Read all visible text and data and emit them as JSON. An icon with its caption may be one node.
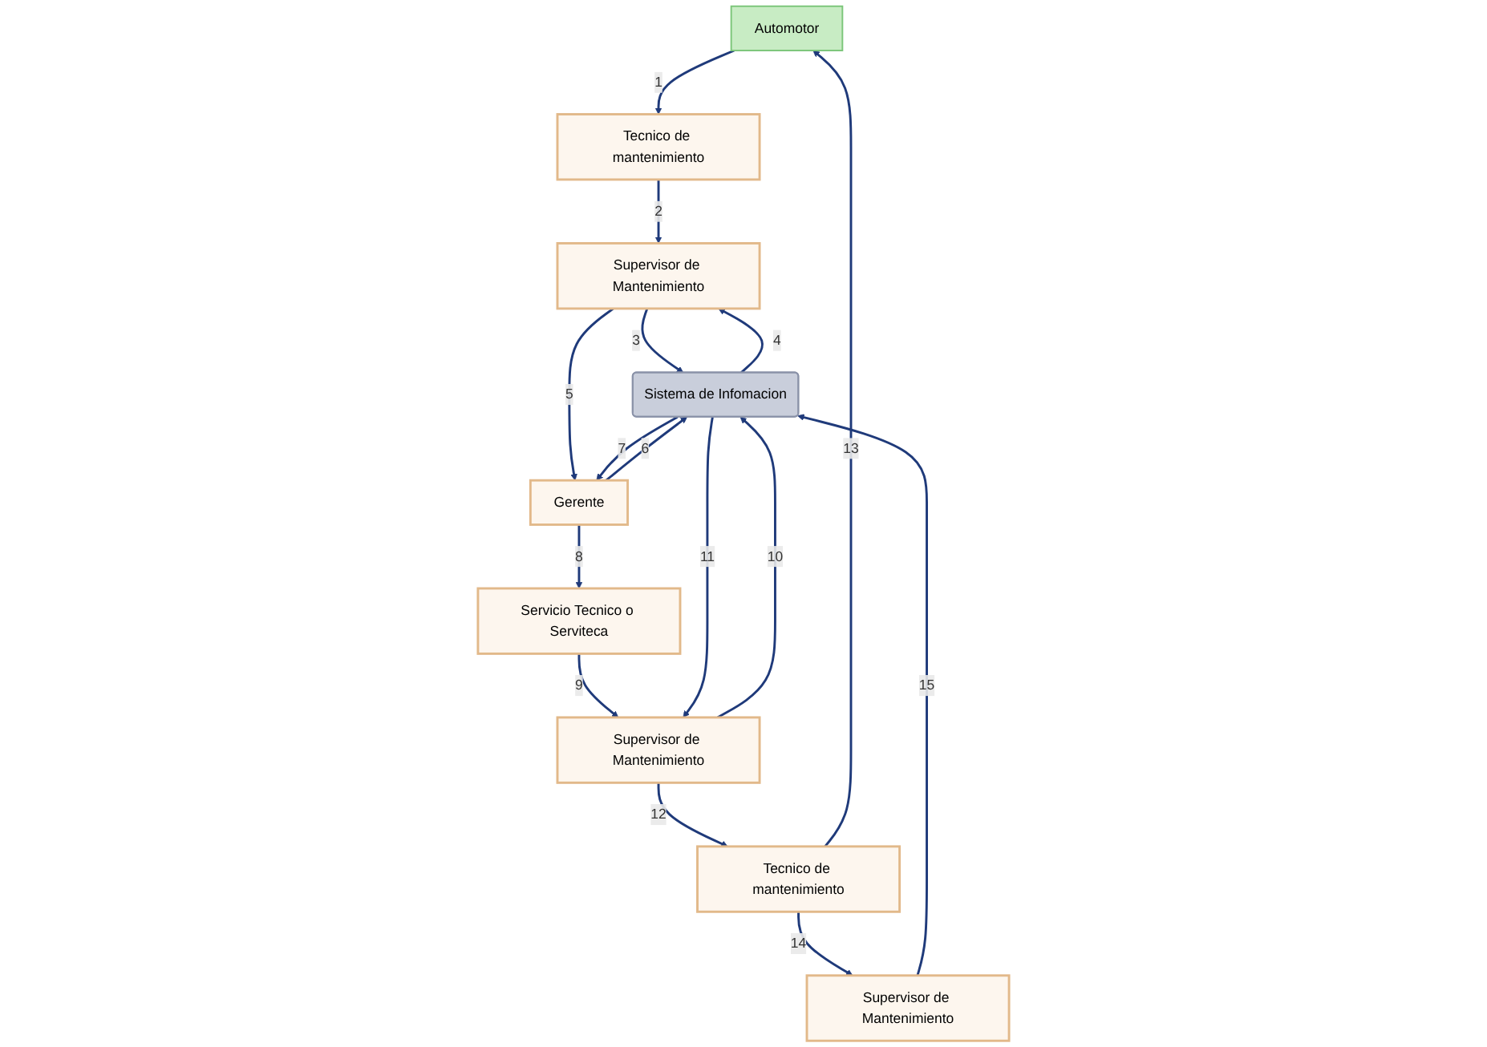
{
  "diagram": {
    "nodes": [
      {
        "text": [
          "Automotor"
        ]
      },
      {
        "text": [
          "Tecnico de mantenimiento"
        ]
      },
      {
        "text": [
          "Supervisor de Mantenimiento"
        ]
      },
      {
        "text": [
          "Tecnico de mantenimiento"
        ]
      },
      {
        "text": [
          "Supervisor de Mantenimiento"
        ]
      },
      {
        "text": [
          "Sistema de Infomacion"
        ]
      },
      {
        "text": [
          "Supervisor de Mantenimiento"
        ]
      },
      {
        "text": [
          "Servicio Tecnico o Serviteca"
        ]
      },
      {
        "text": [
          "Gerente"
        ]
      }
    ],
    "edges": [
      {
        "from": 0,
        "to": 3,
        "arrow": "to",
        "label": "1"
      },
      {
        "from": 3,
        "to": 6,
        "arrow": "to",
        "label": "2"
      },
      {
        "from": 6,
        "to": 5,
        "arrow": "to",
        "label": "3"
      },
      {
        "from": 5,
        "to": 6,
        "arrow": "to",
        "label": "4"
      },
      {
        "from": 6,
        "to": 8,
        "arrow": "to",
        "label": "5"
      },
      {
        "from": 8,
        "to": 5,
        "arrow": "to",
        "label": "6"
      },
      {
        "from": 5,
        "to": 8,
        "arrow": "to",
        "label": "7"
      },
      {
        "from": 8,
        "to": 7,
        "arrow": "to",
        "label": "8"
      },
      {
        "from": 7,
        "to": 4,
        "arrow": "to",
        "label": "9"
      },
      {
        "from": 4,
        "to": 5,
        "arrow": "to",
        "label": "10"
      },
      {
        "from": 5,
        "to": 4,
        "arrow": "to",
        "label": "11"
      },
      {
        "from": 4,
        "to": 1,
        "arrow": "to",
        "label": "12"
      },
      {
        "from": 1,
        "to": 0,
        "arrow": "to",
        "label": "13"
      },
      {
        "from": 1,
        "to": 2,
        "arrow": "to",
        "label": "14"
      },
      {
        "from": 2,
        "to": 5,
        "arrow": "to",
        "label": "15"
      }
    ]
  }
}
